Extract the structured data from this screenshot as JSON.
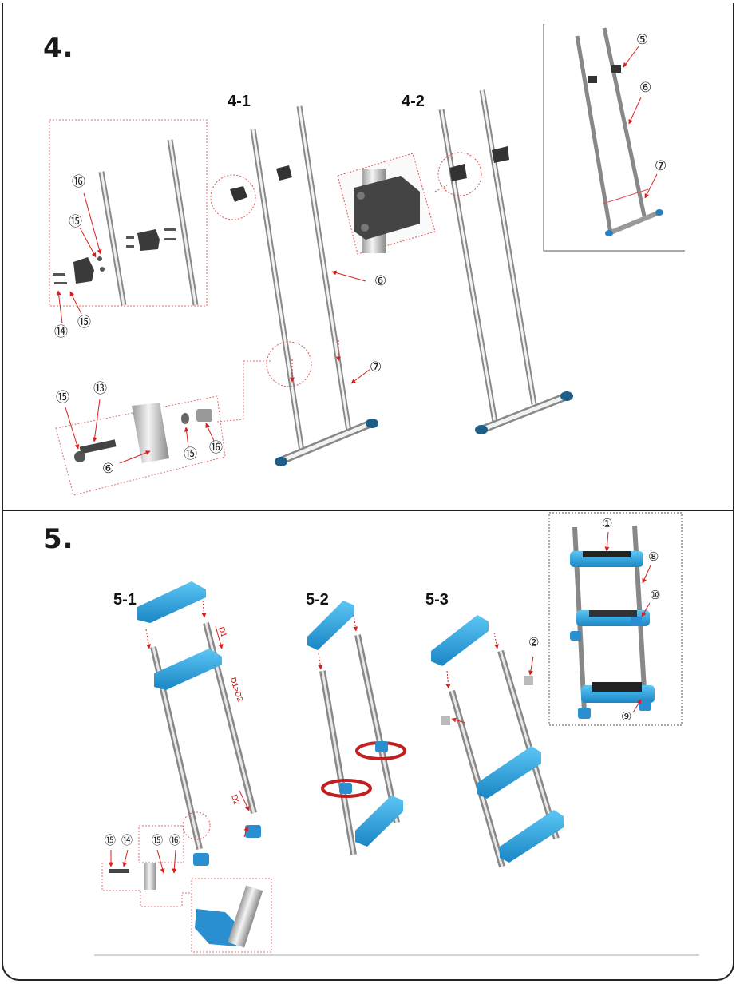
{
  "steps": {
    "step4": {
      "number": "4.",
      "sub1": "4-1",
      "sub2": "4-2"
    },
    "step5": {
      "number": "5.",
      "sub1": "5-1",
      "sub2": "5-2",
      "sub3": "5-3"
    }
  },
  "callouts": {
    "c16": "⑯",
    "c15": "⑮",
    "c14": "⑭",
    "c13": "⑬",
    "c6": "⑥",
    "c7": "⑦",
    "c5": "⑤",
    "c1": "①",
    "c2": "②",
    "c8": "⑧",
    "c9": "⑨",
    "c10": "⑩"
  },
  "dimensions": {
    "d1": "D1",
    "d2": "D2",
    "rule": "D1>D2"
  },
  "colors": {
    "step_blue": "#2ea8e6",
    "step_blue_dark": "#1778b0",
    "tube": "#d8d8d8",
    "bracket": "#3a3a3a",
    "arrow_red": "#d62020"
  }
}
